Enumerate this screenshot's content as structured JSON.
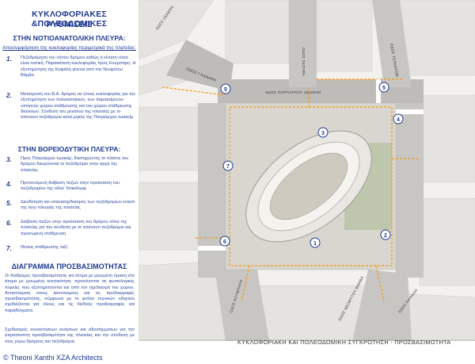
{
  "left": {
    "title1": "ΚΥΚΛΟΦΟΡΙΑΚΕΣ &ΠΟΛΕΟΔΟΜΙΚΕΣ",
    "title2": "ΡΥΘΜΙΣΕΙΣ",
    "south_heading": "ΣΤΗΝ ΝΟΤΙΟΑΝΑΤΟΛΙΚΗ ΠΛΕΥΡΑ:",
    "south_sub": "Αποσυμφόρηση της κυκλοφορίας περιμετρικά της πλατείας:",
    "items_south": [
      {
        "num": "1.",
        "text": "Πεζοδρόμηση του νότιου δρόμου καθώς η κίνηση νότια είναι τοπική. Παρακάτεση κυκλοφορίας προς Κουμπάρη. Η εξυπηρέτηση της Καψάλη γίνεται από την Νεοφύτου Βάμβα."
      },
      {
        "num": "2.",
        "text": "Μετατροπή του Β.Α. δρόμου σε ήπιας κυκλοφορίας για την εξυπηρέτηση των πολυκατοικιών, των παρακείμενου υπόγειου χώρου στάθμευσης και του χώρου στάθμευσης δικύκλων. Σύνδεση του μεγάλου της πλατείας με το απέναντι πεζοδρόμιο κατά μήκος της Πατριάρχου Ιωακείμ"
      }
    ],
    "north_heading": "ΣΤΗΝ ΒΟΡΕΙΟΔΥΤΙΚΗ ΠΛΕΥΡΑ:",
    "items_north": [
      {
        "num": "3.",
        "text": "Προς Πατριάρχου Ιωακείμ, διαπηρώντας το πλάτος του δρόμου διευρύνεται το πεζοδρόμιο στην αρχή της πλατείας."
      },
      {
        "num": "4.",
        "text": "Προτεινόμενη διάβαση πεζών στην προέκταση του πεζοδρομίου της οδού Τσακάλωφ"
      },
      {
        "num": "5.",
        "text": "Διευθέτηση και επανασχεδιασμός των πεζοδρομίων έναντι της άνω πλευράς της πλατείας"
      },
      {
        "num": "6.",
        "text": "Διάβαση πεζών στην προέκταση του δρόμου νότια της πλατείας για την σύνδεση με το απέναντι πεζοδρόμιο και προσωρινή στάθμευση"
      },
      {
        "num": "7.",
        "text": "Θέσεις στάθμευσης ταξί"
      }
    ],
    "access_heading": "ΔΙΑΓΡΑΜΜΑ ΠΡΟΣΒΑΣΙΜΟΤΗΤΑΣ",
    "access_text": "Οι διαδρομές προσβασιμότητας για άτομα με μειωμένη όραση είτε άτομα με μειωμένη κινητικότητα, προτείνονται σε φυσιολογικές πορείες που εξυπηρετούνται και από τον σχεδιασμό του χώρου. Ανταπόκριση στους κανονισμούς και τις προδιαγραφές προσβασιμότητας, σύμφωνα με το φύλλο τεχνικών οδηγιών σχεδιάζονται για όλους και τις διεθνείς προδιαγραφές και παραδείγματα.",
    "access_text2": "Σχεδιασμός συναντήσεων κινήσεων και αδιοσήμματων για την απρόσκοπτη προσβασιμότητα της πλατείας και την σύνδεση με τους γύρω δρόμους και πεζοδρόμια.",
    "credit": "© Theoni Xanthi XZA Architects"
  },
  "map": {
    "streets": {
      "kanari_top": "ΟΔΟΣ Γ.ΚΑΝΑΡΗ",
      "patriarchou": "ΟΔΟΣ ΠΑΤΡΙΑΡΧΟΥ ΙΩΑΚΕΙΜ",
      "skoufa": "ΟΔΟΣ ΣΚΟΥΦΑ",
      "tsakalof": "ΟΔΟΣ ΤΣΑΚΑΛΩΦ",
      "koumpari": "ΟΔΟΣ ΚΟΥΜΠΑΡΗ",
      "neofytou": "ΟΔΟΣ ΝΕΟΦΥΤΟΥ ΒΑΜΒΑ",
      "kapsali": "ΟΔΟΣ ΚΑΨΑΛΗ",
      "sekeri": "ΟΔΟΣ ΣΕΚΕΡΗ"
    },
    "markers": [
      "1",
      "2",
      "3",
      "4",
      "5",
      "5",
      "6",
      "7"
    ]
  },
  "caption": "ΚΥΚΛΟΦΟΡΙΑΚΗ ΚΑΙ ΠΟΛΕΟΔΟΜΙΚΗ ΣΥΓΚΡΟΤΗΣΗ - ΠΡΟΣΒΑΣΙΜΟΤΗΤΑ",
  "colors": {
    "accent": "#1f3a93",
    "route": "#f0a030",
    "plaza": "#d9d6cf",
    "green": "#b9c4a8"
  }
}
